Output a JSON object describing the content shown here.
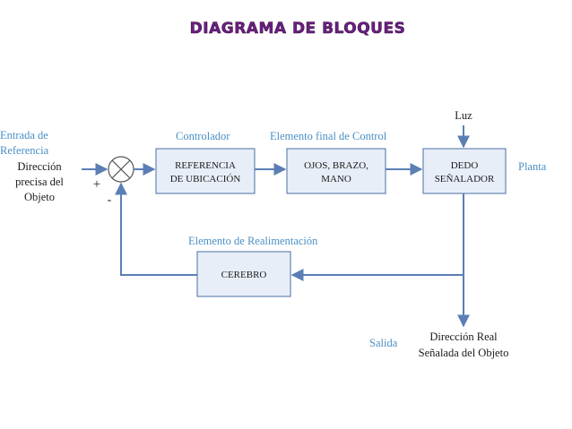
{
  "title": "DIAGRAMA DE BLOQUES",
  "colors": {
    "title_fill": "#6b2080",
    "title_stroke": "#3d0f4b",
    "box_fill": "#e8eef8",
    "box_stroke": "#4a6fa5",
    "arrow": "#5b7fb5",
    "label_blue": "#4a8fc4",
    "text": "#1a1a1a"
  },
  "labels": {
    "entrada_line1": "Entrada de",
    "entrada_line2": "Referencia",
    "direccion_line1": "Dirección",
    "direccion_line2": "precisa del",
    "direccion_line3": "Objeto",
    "plus": "+",
    "minus": "-",
    "controlador": "Controlador",
    "elemento_final": "Elemento final de Control",
    "luz": "Luz",
    "planta": "Planta",
    "realimentacion": "Elemento de Realimentación",
    "salida": "Salida",
    "direccion_real_line1": "Dirección Real",
    "direccion_real_line2": "Señalada del Objeto"
  },
  "blocks": {
    "referencia_line1": "REFERENCIA",
    "referencia_line2": "DE UBICACIÓN",
    "ojos_line1": "OJOS, BRAZO,",
    "ojos_line2": "MANO",
    "dedo_line1": "DEDO",
    "dedo_line2": "SEÑALADOR",
    "cerebro": "CEREBRO"
  }
}
